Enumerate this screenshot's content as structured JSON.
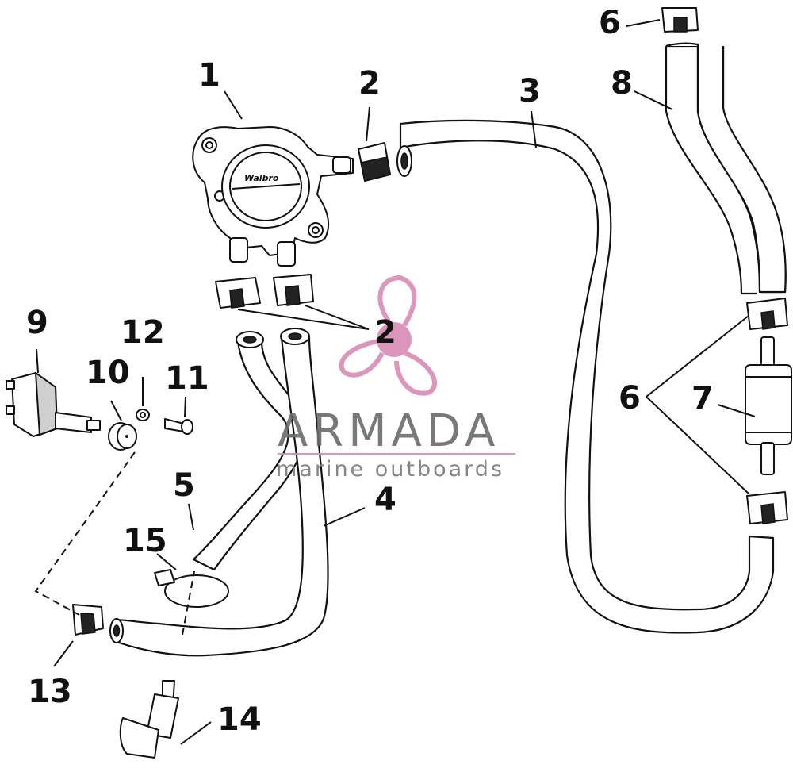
{
  "diagram": {
    "callouts": [
      "1",
      "2",
      "3",
      "2",
      "6",
      "8",
      "9",
      "12",
      "10",
      "11",
      "6",
      "7",
      "5",
      "4",
      "15",
      "13",
      "14"
    ],
    "pump_brand": "Walbro"
  },
  "watermark": {
    "title": "ARMADA",
    "subtitle": "marine outboards",
    "accent_color": "#d98bb5",
    "logo_icon": "propeller-icon"
  }
}
